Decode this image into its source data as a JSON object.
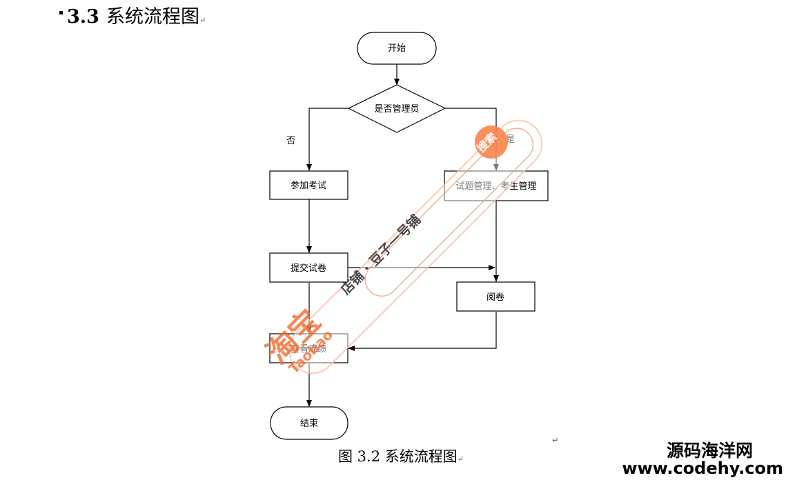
{
  "section": {
    "number": "3.3",
    "title": "系统流程图",
    "para_mark": "↵"
  },
  "flowchart": {
    "nodes": {
      "start": "开始",
      "decision": "是否管理员",
      "take_exam": "参加考试",
      "manage": "试题管理、考生管理",
      "submit": "提交试卷",
      "grade": "阅卷",
      "view_score": "查看成绩",
      "end": "结束"
    },
    "edge_labels": {
      "no": "否",
      "yes": "是"
    }
  },
  "caption": {
    "text": "图 3.2 系统流程图",
    "para_mark": "↵",
    "stray_mark": "↵"
  },
  "watermark": {
    "brand_cn": "淘宝",
    "brand_en": "Taobao",
    "shop": "店铺 · 豆子一号铺",
    "search": "搜索",
    "color": "#f26a2e"
  },
  "branding": {
    "site_cn": "源码海洋网",
    "site_url": "www.codehy.com"
  }
}
